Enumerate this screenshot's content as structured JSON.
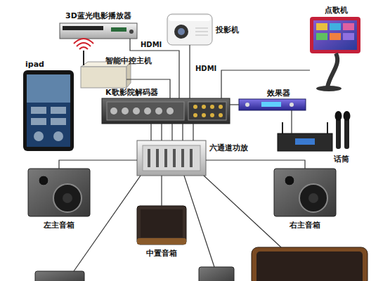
{
  "diagram": {
    "nodes": [
      {
        "text": [
          "3D蓝光电影播放器"
        ]
      },
      {
        "text": [
          "投影机"
        ]
      },
      {
        "text": [
          "点歌机"
        ]
      },
      {
        "text": [
          "ipad"
        ]
      },
      {
        "text": [
          "智能中控主机"
        ]
      },
      {
        "text": [
          "K歌影院解码器"
        ]
      },
      {
        "text": [
          "效果器"
        ]
      },
      {
        "text": [
          "话筒"
        ]
      },
      {
        "text": [
          "六通道功放"
        ]
      },
      {
        "text": [
          "左主音箱"
        ]
      },
      {
        "text": [
          "右主音箱"
        ]
      },
      {
        "text": [
          "中置音箱"
        ]
      }
    ],
    "edges": [
      {
        "from": 0,
        "to": 5,
        "label": "HDMI",
        "arrow": "none"
      },
      {
        "from": 1,
        "to": 5,
        "label": "HDMI",
        "arrow": "none"
      },
      {
        "from": 4,
        "to": 5,
        "arrow": "none"
      },
      {
        "from": 2,
        "to": 5,
        "arrow": "none"
      },
      {
        "from": 6,
        "to": 5,
        "arrow": "none"
      },
      {
        "from": 7,
        "to": 6,
        "arrow": "none"
      },
      {
        "from": 5,
        "to": 8,
        "arrow": "none"
      },
      {
        "from": 8,
        "to": 9,
        "arrow": "none"
      },
      {
        "from": 8,
        "to": 10,
        "arrow": "none"
      },
      {
        "from": 8,
        "to": 11,
        "arrow": "none"
      }
    ]
  }
}
